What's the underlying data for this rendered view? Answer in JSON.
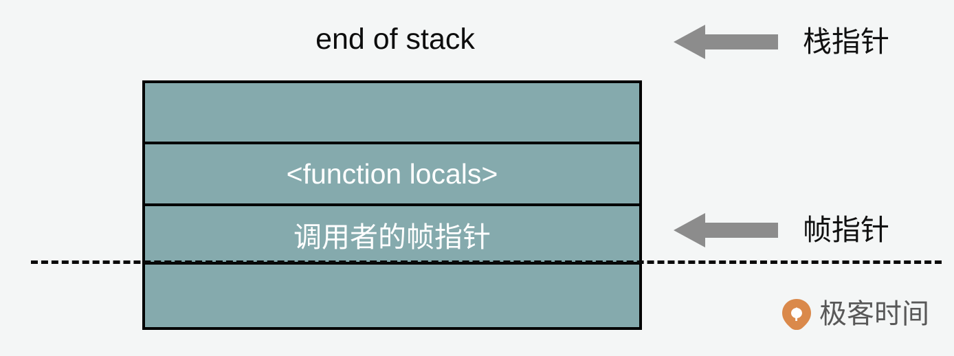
{
  "diagram": {
    "caption": "end of stack",
    "stack_slots": [
      {
        "label": "",
        "name": "slot-unused-top"
      },
      {
        "label": "<function locals>",
        "name": "slot-function-locals"
      },
      {
        "label": "调用者的帧指针",
        "name": "slot-callers-frame-pointer"
      },
      {
        "label": "",
        "name": "slot-unused-bottom"
      }
    ],
    "pointers": [
      {
        "label": "栈指针",
        "icon": "arrow-left-icon"
      },
      {
        "label": "帧指针",
        "icon": "arrow-left-icon"
      }
    ],
    "colors": {
      "background": "#f4f6f6",
      "slot_fill": "#85aaad",
      "slot_border": "#000000",
      "slot_text": "#ffffff",
      "arrow": "#8c8c8c",
      "caption_text": "#0d0d0d",
      "dashed_line": "#0a0a0a",
      "watermark_mark": "#d9813f",
      "watermark_text": "#4d4d4d"
    }
  },
  "watermark": {
    "text": "极客时间",
    "icon": "geektime-pin-logo-icon"
  }
}
